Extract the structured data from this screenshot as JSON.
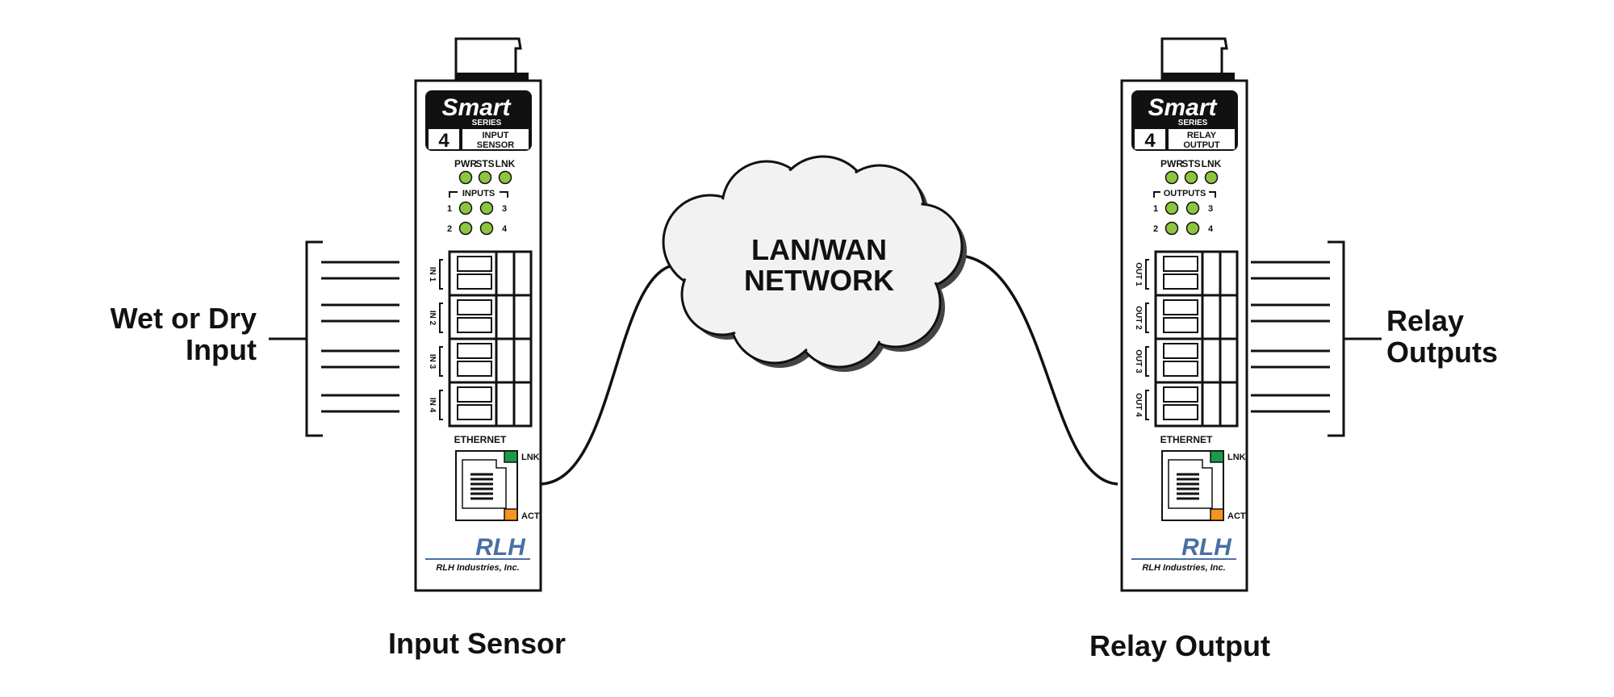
{
  "left_label": {
    "line1": "Wet or Dry",
    "line2": "Input"
  },
  "right_label": {
    "line1": "Relay",
    "line2": "Outputs"
  },
  "network": {
    "line1": "LAN/WAN",
    "line2": "NETWORK"
  },
  "left_device": {
    "brand": "Smart",
    "series": "SERIES",
    "count": "4",
    "model_line1": "INPUT",
    "model_line2": "SENSOR",
    "status_leds": [
      "PWR",
      "STS",
      "LNK"
    ],
    "group_label": "INPUTS",
    "channel_numbers": [
      "1",
      "3",
      "2",
      "4"
    ],
    "terminals": [
      "IN 1",
      "IN 2",
      "IN 3",
      "IN 4"
    ],
    "ethernet": "ETHERNET",
    "lnk": "LNK",
    "act": "ACT",
    "logo": "RLH",
    "company": "RLH Industries, Inc.",
    "caption": "Input Sensor"
  },
  "right_device": {
    "brand": "Smart",
    "series": "SERIES",
    "count": "4",
    "model_line1": "RELAY",
    "model_line2": "OUTPUT",
    "status_leds": [
      "PWR",
      "STS",
      "LNK"
    ],
    "group_label": "OUTPUTS",
    "channel_numbers": [
      "1",
      "3",
      "2",
      "4"
    ],
    "terminals": [
      "OUT 1",
      "OUT 2",
      "OUT 3",
      "OUT 4"
    ],
    "ethernet": "ETHERNET",
    "lnk": "LNK",
    "act": "ACT",
    "logo": "RLH",
    "company": "RLH Industries, Inc.",
    "caption": "Relay Output"
  },
  "colors": {
    "led": "#8cc63f",
    "lnk_led": "#1a9a4a",
    "act_led": "#f7941d",
    "logo_blue": "#4a6fa5",
    "outline": "#111111"
  }
}
